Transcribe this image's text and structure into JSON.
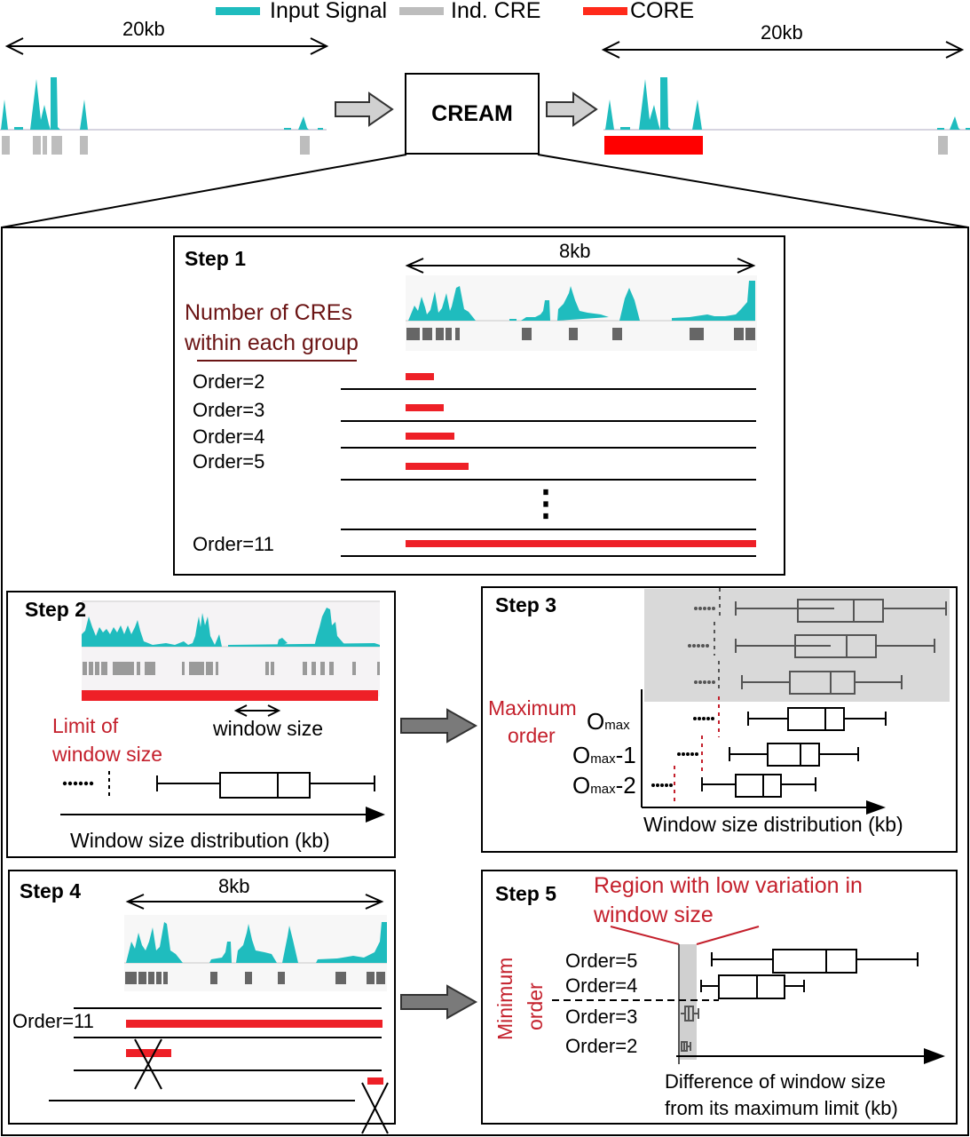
{
  "legend": {
    "items": [
      {
        "label": "Input Signal",
        "color": "#1fbcbe"
      },
      {
        "label": "Ind. CRE",
        "color": "#bdbdbd"
      },
      {
        "label": "CORE",
        "color": "#ff2a1a"
      }
    ]
  },
  "top": {
    "left_scale": "20kb",
    "right_scale": "20kb",
    "center_box": "CREAM"
  },
  "step1": {
    "title": "Step 1",
    "scale": "8kb",
    "annotation_line1": "Number of CREs",
    "annotation_line2": "within each group",
    "orders": [
      {
        "label": "Order=2",
        "core_fraction": 0.08
      },
      {
        "label": "Order=3",
        "core_fraction": 0.11
      },
      {
        "label": "Order=4",
        "core_fraction": 0.14
      },
      {
        "label": "Order=5",
        "core_fraction": 0.18
      },
      {
        "label": "Order=11",
        "core_fraction": 1.0
      }
    ],
    "ellipsis": "⋮"
  },
  "step2": {
    "title": "Step 2",
    "window_size_label": "window size",
    "limit_label_line1": "Limit of",
    "limit_label_line2": "window size",
    "axis_label": "Window size distribution (kb)"
  },
  "step3": {
    "title": "Step 3",
    "max_order_line1": "Maximum",
    "max_order_line2": "order",
    "row_labels": [
      {
        "base": "O",
        "sub": "max",
        "suffix": ""
      },
      {
        "base": "O",
        "sub": "max",
        "suffix": "-1"
      },
      {
        "base": "O",
        "sub": "max",
        "suffix": "-2"
      }
    ],
    "axis_label": "Window size distribution (kb)"
  },
  "step4": {
    "title": "Step 4",
    "scale": "8kb",
    "order_label": "Order=11"
  },
  "step5": {
    "title": "Step 5",
    "region_line1": "Region with low variation in",
    "region_line2": "window size",
    "min_order_line1": "Minimum",
    "min_order_line2": "order",
    "orders": [
      "Order=5",
      "Order=4",
      "Order=3",
      "Order=2"
    ],
    "axis_line1": "Difference of window size",
    "axis_line2": "from its maximum limit (kb)"
  },
  "colors": {
    "signal": "#1fbcbe",
    "cre_light": "#bdbdbd",
    "cre_dark": "#666666",
    "core": "#ee2027",
    "core_top": "#ff0000",
    "annotation_red": "#c4202c",
    "annotation_darkred": "#6b1414",
    "arrow_fill": "#7a7a7a",
    "shade": "#d9d9d9"
  }
}
